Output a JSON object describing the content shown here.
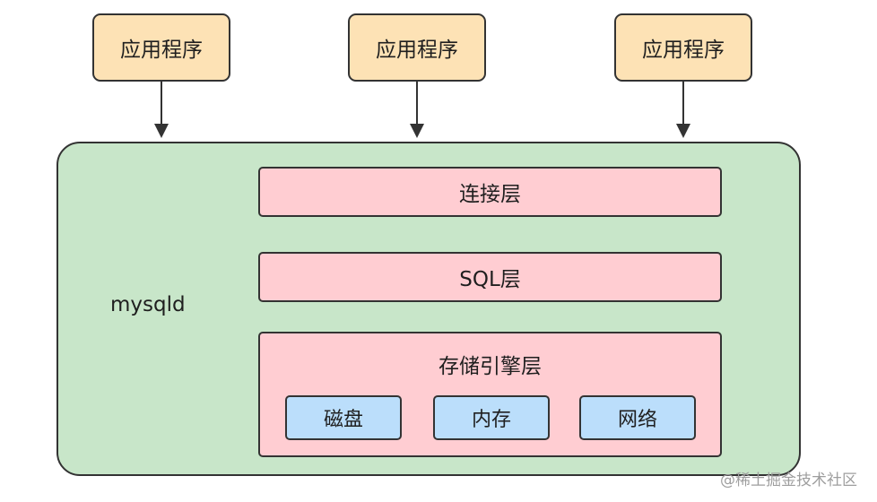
{
  "applications": [
    {
      "label": "应用程序"
    },
    {
      "label": "应用程序"
    },
    {
      "label": "应用程序"
    }
  ],
  "server": {
    "label": "mysqld",
    "layers": {
      "connection": "连接层",
      "sql": "SQL层",
      "storage": {
        "title": "存储引擎层",
        "items": [
          "磁盘",
          "内存",
          "网络"
        ]
      }
    }
  },
  "watermark": "@稀土掘金技术社区",
  "colors": {
    "application_fill": "#fde2b5",
    "server_fill": "#c8e6c9",
    "layer_fill": "#ffcdd2",
    "storage_item_fill": "#bbdefb",
    "stroke": "#333333"
  }
}
